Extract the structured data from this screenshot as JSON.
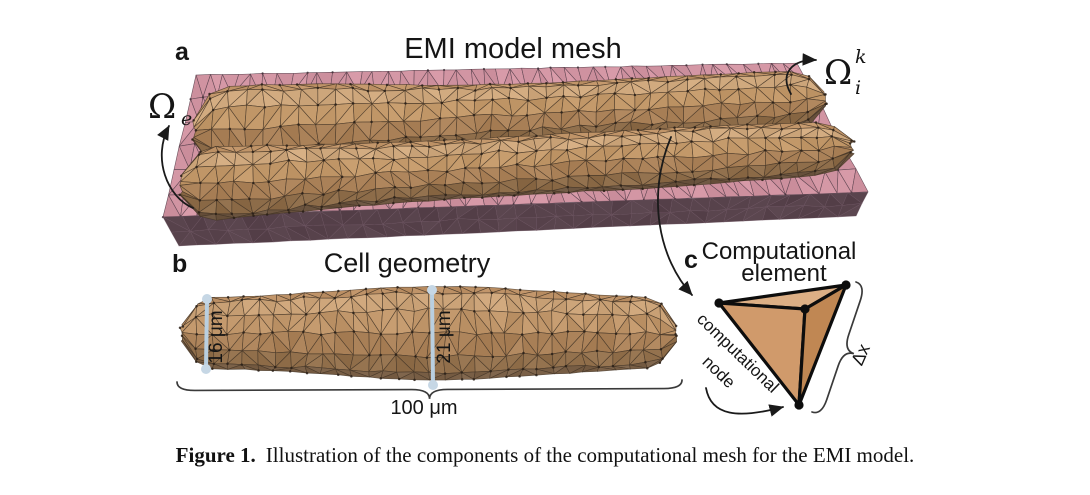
{
  "panel_a": {
    "label": "a",
    "title": "EMI model mesh",
    "omega_e": {
      "base": "Ω",
      "sub": "e"
    },
    "omega_i": {
      "base": "Ω",
      "sup": "k",
      "sub": "i"
    }
  },
  "panel_b": {
    "label": "b",
    "title": "Cell geometry",
    "measure_left": "16 μm",
    "measure_center": "21 μm",
    "measure_length": "100 μm"
  },
  "panel_c": {
    "label": "c",
    "title_line1": "Computational",
    "title_line2": "element",
    "node_label_line1": "computational",
    "node_label_line2": "node",
    "delta_label": "Δx"
  },
  "caption": {
    "tag": "Figure 1.",
    "text": "Illustration of the components of the computational mesh for the EMI model."
  },
  "colors": {
    "extracellular_pink": "#d194a2",
    "extracellular_line": "#5d4450",
    "extracellular_front": "#57424b",
    "extracellular_front_line": "#6b5260",
    "tube_bands": [
      "#c09468",
      "#cfa87d",
      "#c29869",
      "#aa8158",
      "#8d6c49",
      "#6b543f"
    ],
    "cell_bands": [
      "#bd9166",
      "#cba378",
      "#c0966a",
      "#ab8259",
      "#92704c",
      "#7a6047"
    ],
    "mesh_line": "#453627",
    "mesh_dot": "#2a2017",
    "slab_dot": "#3f2d36",
    "measure_blue": "#b9cfe0",
    "measure_dot": "#c6d7e5",
    "measure_text": "#b4c9db",
    "tetra_top": "#dcaf85",
    "tetra_left": "#d09a6b",
    "tetra_right": "#c08753",
    "edge_black": "#0d0d0d",
    "ink": "#1a1a1a"
  }
}
